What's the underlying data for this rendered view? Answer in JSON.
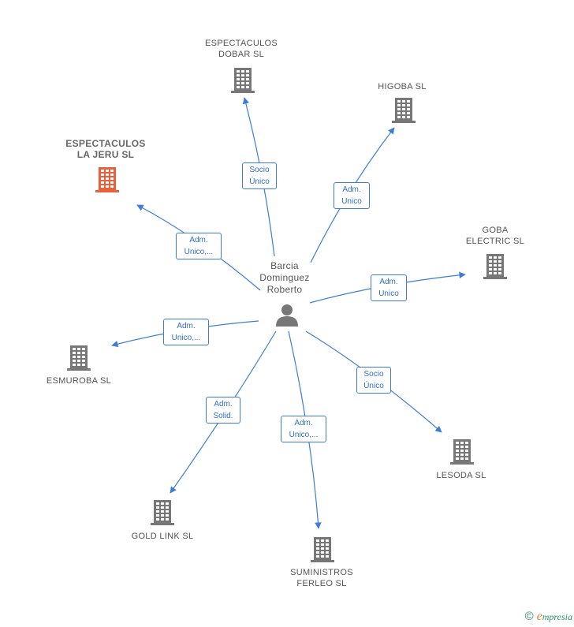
{
  "colors": {
    "edge": "#3b7dd8",
    "building": "#777777",
    "building_highlight": "#e8603c",
    "person": "#777777"
  },
  "center": {
    "label": "Barcia\nDominguez\nRoberto",
    "icon": "person-icon"
  },
  "nodes": [
    {
      "id": "espectaculos-dobar",
      "label": "ESPECTACULOS\nDOBAR  SL",
      "highlight": false,
      "role": "Socio\nÚnico"
    },
    {
      "id": "higoba",
      "label": "HIGOBA SL",
      "highlight": false,
      "role": "Adm.\nUnico"
    },
    {
      "id": "espectaculos-la-jeru",
      "label": "ESPECTACULOS\nLA JERU  SL",
      "highlight": true,
      "role": "Adm.\nUnico,..."
    },
    {
      "id": "goba-electric",
      "label": "GOBA\nELECTRIC SL",
      "highlight": false,
      "role": "Adm.\nUnico"
    },
    {
      "id": "esmuroba",
      "label": "ESMUROBA  SL",
      "highlight": false,
      "role": "Adm.\nUnico,..."
    },
    {
      "id": "lesoda",
      "label": "LESODA  SL",
      "highlight": false,
      "role": "Socio\nÚnico"
    },
    {
      "id": "gold-link",
      "label": "GOLD LINK SL",
      "highlight": false,
      "role": "Adm.\nSolid."
    },
    {
      "id": "suministros-ferleo",
      "label": "SUMINISTROS\nFERLEO  SL",
      "highlight": false,
      "role": "Adm.\nUnico,..."
    }
  ],
  "footer": {
    "copyright_symbol": "©",
    "brand_initial": "e",
    "brand_rest": "mpresia"
  }
}
